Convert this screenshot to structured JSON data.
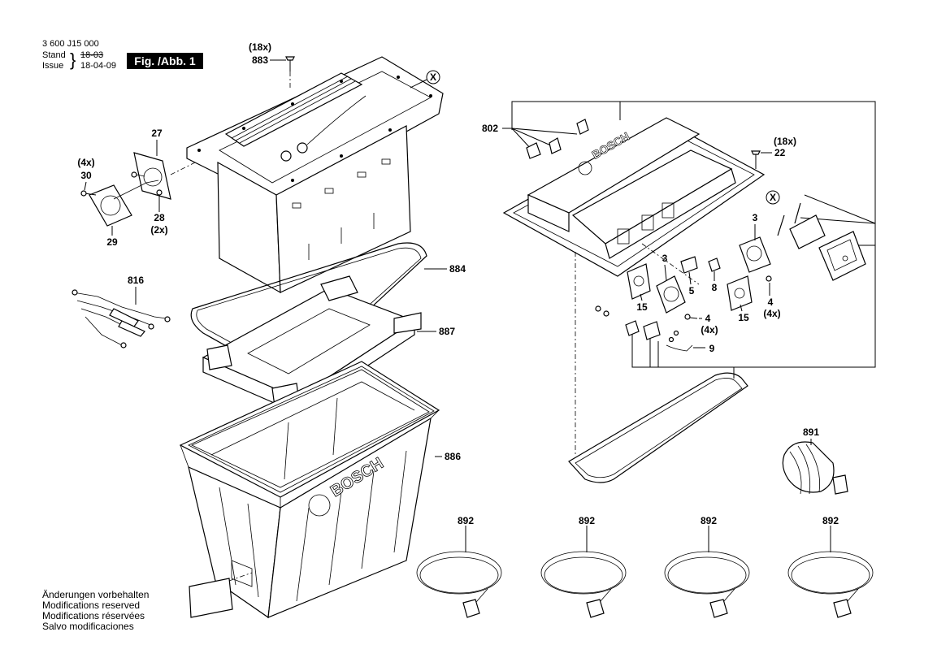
{
  "header": {
    "doc_number": "3 600 J15 000",
    "stand_label": "Stand",
    "issue_label": "Issue",
    "stand_date": "18-03",
    "issue_date": "18-04-09",
    "figure_label": "Fig. /Abb. 1"
  },
  "notes": [
    "Änderungen vorbehalten",
    "Modifications reserved",
    "Modifications réservées",
    "Salvo modificaciones"
  ],
  "callouts": {
    "qty_18x_left": "(18x)",
    "p883": "883",
    "x_left": "X",
    "p27": "27",
    "qty_4x_left": "(4x)",
    "p30": "30",
    "p28": "28",
    "qty_2x": "(2x)",
    "p29": "29",
    "p816": "816",
    "p884": "884",
    "p887": "887",
    "p886": "886",
    "p802": "802",
    "qty_18x_right": "(18x)",
    "p22": "22",
    "x_right": "X",
    "p3_right": "3",
    "p3_mid": "3",
    "p5": "5",
    "p8": "8",
    "p15_left": "15",
    "p15_right": "15",
    "p4_mid": "4",
    "qty_4x_mid": "(4x)",
    "p4_right": "4",
    "qty_4x_right": "(4x)",
    "p9": "9",
    "p891": "891",
    "p892_a": "892",
    "p892_b": "892",
    "p892_c": "892",
    "p892_d": "892"
  },
  "logos": {
    "box_brand": "BOSCH",
    "lid_brand": "BOSCH"
  }
}
